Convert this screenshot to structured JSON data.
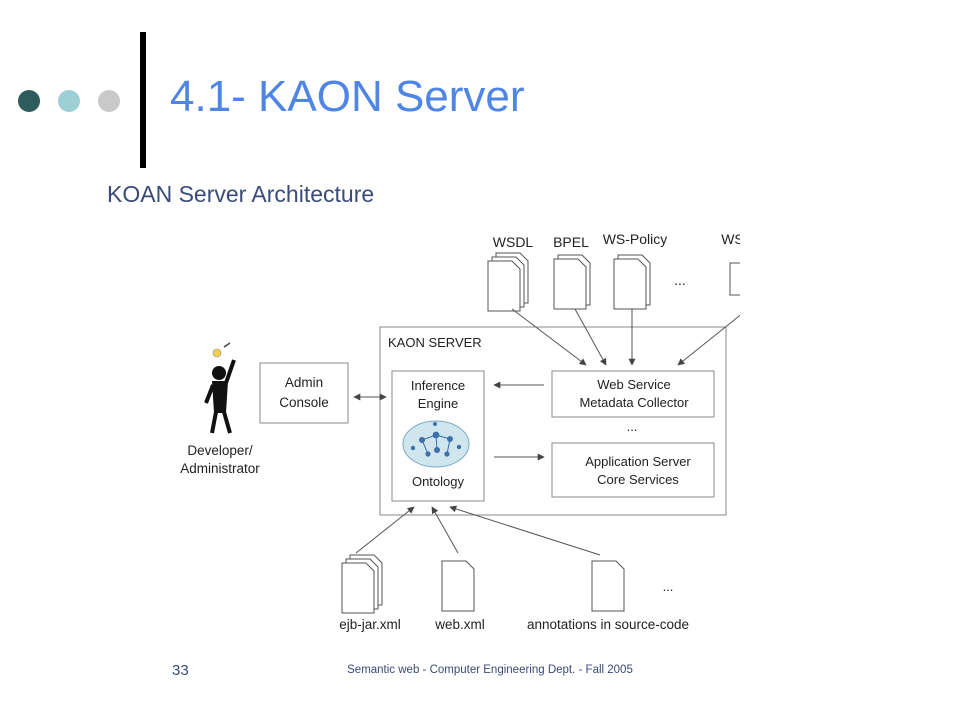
{
  "slide": {
    "title": "4.1- KAON Server",
    "subtitle": "KOAN Server Architecture",
    "number": "33",
    "footer": "Semantic web - Computer Engineering Dept. - Fall 2005",
    "dots_colors": [
      "#2e5b5b",
      "#9ccfd6",
      "#c9c9c9"
    ],
    "title_color": "#4f86e6"
  },
  "diagram": {
    "top_docs": [
      "WSDL",
      "BPEL",
      "WS-Policy",
      "WS-MEX"
    ],
    "top_ellipsis": "...",
    "server_label": "KAON SERVER",
    "admin_console": [
      "Admin",
      "Console"
    ],
    "developer": [
      "Developer/",
      "Administrator"
    ],
    "inference_engine": [
      "Inference",
      "Engine"
    ],
    "ontology": "Ontology",
    "metadata_collector": [
      "Web Service",
      "Metadata Collector"
    ],
    "mid_ellipsis": "...",
    "app_server": [
      "Application Server",
      "Core Services"
    ],
    "bottom_docs": [
      "ejb-jar.xml",
      "web.xml",
      "annotations in source-code"
    ],
    "bottom_ellipsis": "..."
  }
}
